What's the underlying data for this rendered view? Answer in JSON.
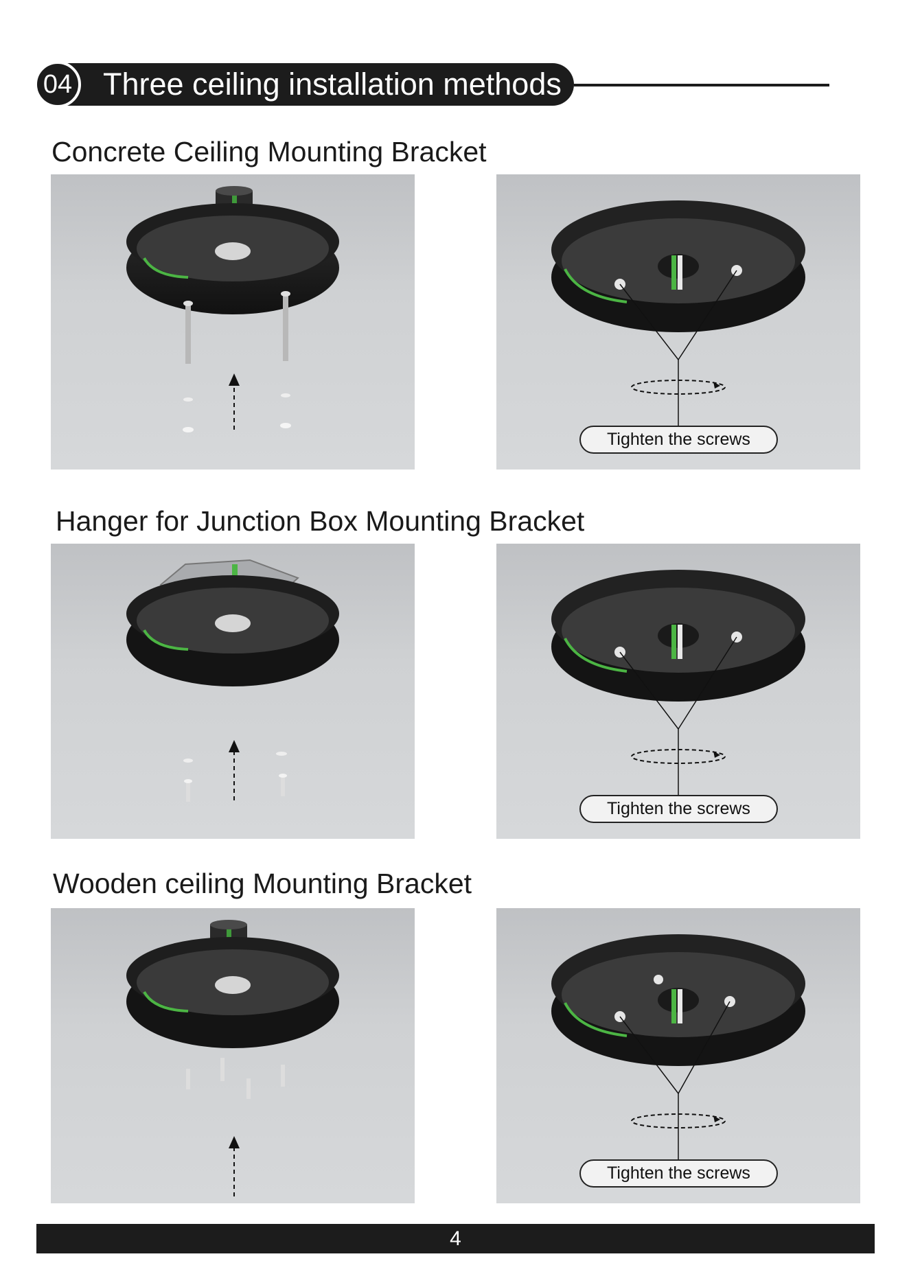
{
  "header": {
    "number": "04",
    "title": "Three ceiling installation methods"
  },
  "sections": [
    {
      "title": "Concrete Ceiling Mounting Bracket",
      "tighten_label": "Tighten the screws"
    },
    {
      "title": "Hanger for Junction Box Mounting Bracket",
      "tighten_label": "Tighten the screws"
    },
    {
      "title": "Wooden ceiling Mounting Bracket",
      "tighten_label": "Tighten the screws"
    }
  ],
  "footer": {
    "page_number": "4"
  }
}
